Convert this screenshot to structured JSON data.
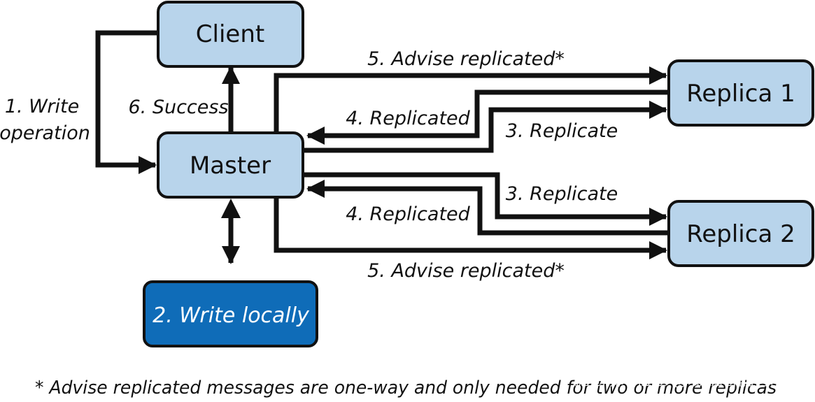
{
  "nodes": {
    "client": "Client",
    "master": "Master",
    "replica1": "Replica 1",
    "replica2": "Replica 2",
    "write_locally": "2. Write locally"
  },
  "labels": {
    "write_operation_line1": "1. Write",
    "write_operation_line2": "operation",
    "success": "6. Success",
    "advise_top": "5. Advise replicated*",
    "replicated_top": "4. Replicated",
    "replicate_top": "3. Replicate",
    "replicate_bottom": "3. Replicate",
    "replicated_bottom": "4. Replicated",
    "advise_bottom": "5. Advise replicated*"
  },
  "footnote": "* Advise replicated messages are one-way and only needed for two or more replicas",
  "watermark": "掘金技术社区 @ 数据智能老司机",
  "colors": {
    "node_fill": "#b8d4eb",
    "local_fill": "#0f6cb8",
    "stroke": "#111111"
  }
}
